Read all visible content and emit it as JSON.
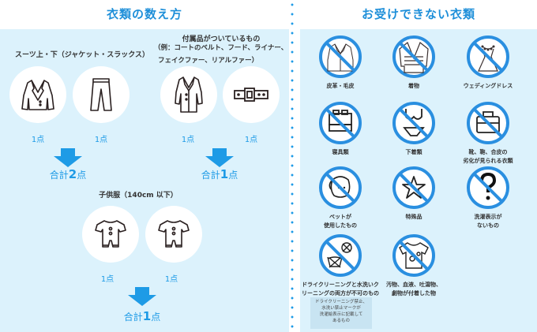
{
  "left": {
    "title": "衣類の数え方",
    "groups": [
      {
        "label": "スーツ上・下（ジャケット・スラックス）",
        "items": [
          {
            "icon": "jacket-icon",
            "count": "1点"
          },
          {
            "icon": "pants-icon",
            "count": "1点"
          }
        ],
        "total_prefix": "合計",
        "total_num": "2",
        "total_suffix": "点"
      },
      {
        "label_line1": "付属品がついているもの",
        "label_line2": "（例：コートのベルト、フード、ライナー、",
        "label_line3": "フェイクファー、リアルファー）",
        "items": [
          {
            "icon": "coat-icon",
            "count": "1点"
          },
          {
            "icon": "belt-icon",
            "count": "1点"
          }
        ],
        "total_prefix": "合計",
        "total_num": "1",
        "total_suffix": "点"
      },
      {
        "label": "子供服（140cm 以下）",
        "items": [
          {
            "icon": "baby-romper-icon",
            "count": "1点"
          },
          {
            "icon": "baby-romper-icon",
            "count": "1点"
          }
        ],
        "total_prefix": "合計",
        "total_num": "1",
        "total_suffix": "点"
      }
    ]
  },
  "right": {
    "title": "お受けできない衣類",
    "items": [
      {
        "icon": "leather-fur-prohibited-icon",
        "label": "皮革・毛皮"
      },
      {
        "icon": "kimono-prohibited-icon",
        "label": "着物"
      },
      {
        "icon": "wedding-dress-prohibited-icon",
        "label": "ウェディングドレス"
      },
      {
        "icon": "bedding-prohibited-icon",
        "label": "寝具類"
      },
      {
        "icon": "underwear-prohibited-icon",
        "label": "下着類"
      },
      {
        "icon": "bag-prohibited-icon",
        "label": "靴、鞄、合皮の\n劣化が見られる衣類"
      },
      {
        "icon": "pet-prohibited-icon",
        "label": "ペットが\n使用したもの"
      },
      {
        "icon": "special-item-prohibited-icon",
        "label": "特殊品"
      },
      {
        "icon": "no-care-label-prohibited-icon",
        "label": "洗濯表示が\nないもの"
      },
      {
        "icon": "no-wash-no-dryclean-prohibited-icon",
        "label": "ドライクリーニングと水洗いク\nリーニングの両方が不可のもの"
      },
      {
        "icon": "stained-shirt-prohibited-icon",
        "label": "汚物、血液、吐瀉物、\n劇物が付着した物"
      }
    ],
    "note": "ドライクリーニング禁止、\n水洗い禁止マークが\n洗濯絵表示に記載して\nあるもの"
  },
  "colors": {
    "accent": "#1e9be6",
    "title": "#1e8fd9",
    "panel_bg": "#dcf2fc",
    "prohibit_ring": "#2a8fe0"
  }
}
